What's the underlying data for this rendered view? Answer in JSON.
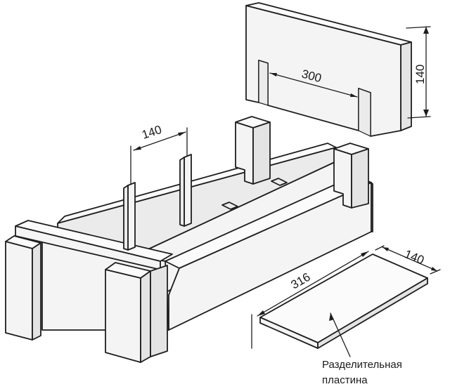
{
  "labels": {
    "dim_end_width": "300",
    "dim_end_height": "140",
    "dim_partition_spacing": "140",
    "dim_plate_length": "316",
    "dim_plate_width": "140",
    "caption_line1": "Разделительная",
    "caption_line2": "пластина"
  }
}
